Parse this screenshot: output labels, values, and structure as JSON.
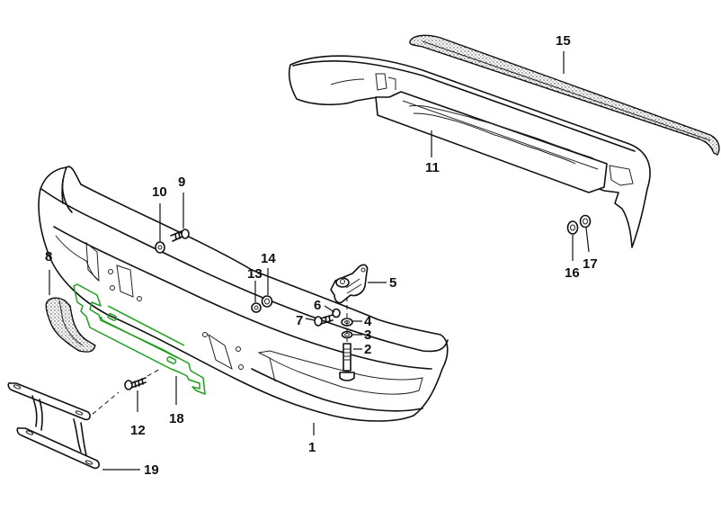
{
  "diagram": {
    "type": "exploded-parts-diagram",
    "subject": "Bumper assembly",
    "highlight_color": "#1f9e1f",
    "highlighted_part": "18",
    "callouts": [
      {
        "id": "1",
        "label": "1"
      },
      {
        "id": "2",
        "label": "2"
      },
      {
        "id": "3",
        "label": "3"
      },
      {
        "id": "4",
        "label": "4"
      },
      {
        "id": "5",
        "label": "5"
      },
      {
        "id": "6",
        "label": "6"
      },
      {
        "id": "7",
        "label": "7"
      },
      {
        "id": "8",
        "label": "8"
      },
      {
        "id": "9",
        "label": "9"
      },
      {
        "id": "10",
        "label": "10"
      },
      {
        "id": "11",
        "label": "11"
      },
      {
        "id": "12",
        "label": "12"
      },
      {
        "id": "13",
        "label": "13"
      },
      {
        "id": "14",
        "label": "14"
      },
      {
        "id": "15",
        "label": "15"
      },
      {
        "id": "16",
        "label": "16"
      },
      {
        "id": "17",
        "label": "17"
      },
      {
        "id": "18",
        "label": "18"
      },
      {
        "id": "19",
        "label": "19"
      }
    ]
  }
}
